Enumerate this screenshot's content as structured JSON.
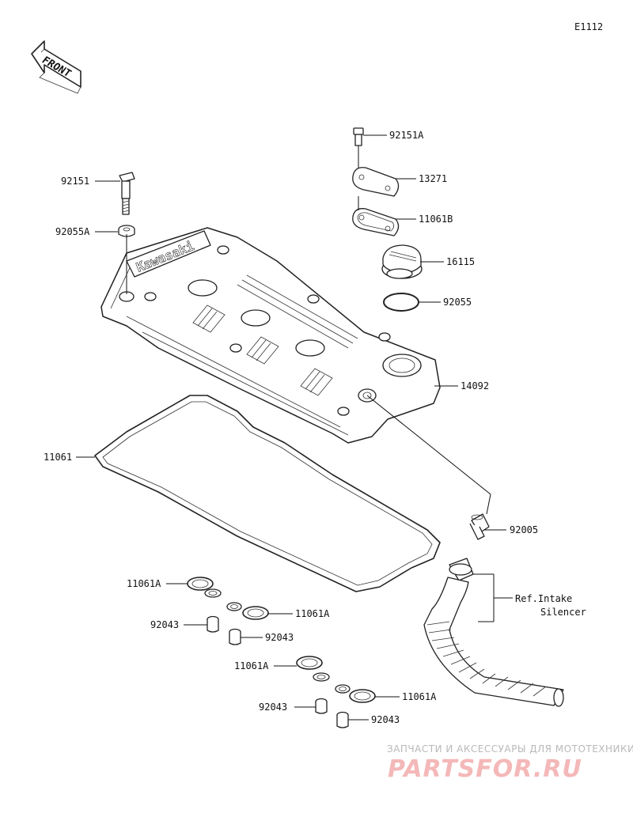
{
  "diagram_code": "E1112",
  "front_marker": "FRONT",
  "brand_on_cover": "Kawasaki",
  "labels": {
    "p92151A": "92151A",
    "p13271": "13271",
    "p11061B": "11061B",
    "p16115": "16115",
    "p92055": "92055",
    "p14092": "14092",
    "p92151": "92151",
    "p92055A": "92055A",
    "p11061": "11061",
    "p92005": "92005",
    "ref_line1": "Ref.Intake",
    "ref_line2": "Silencer",
    "p11061A_1": "11061A",
    "p92043_1": "92043",
    "p11061A_2": "11061A",
    "p92043_2": "92043",
    "p11061A_3": "11061A",
    "p92043_3": "92043",
    "p11061A_4": "11061A",
    "p92043_4": "92043"
  },
  "watermark": {
    "subtitle": "ЗАПЧАСТИ И АКСЕССУАРЫ ДЛЯ МОТОТЕХНИКИ",
    "brand": "PARTSFOR.RU"
  }
}
